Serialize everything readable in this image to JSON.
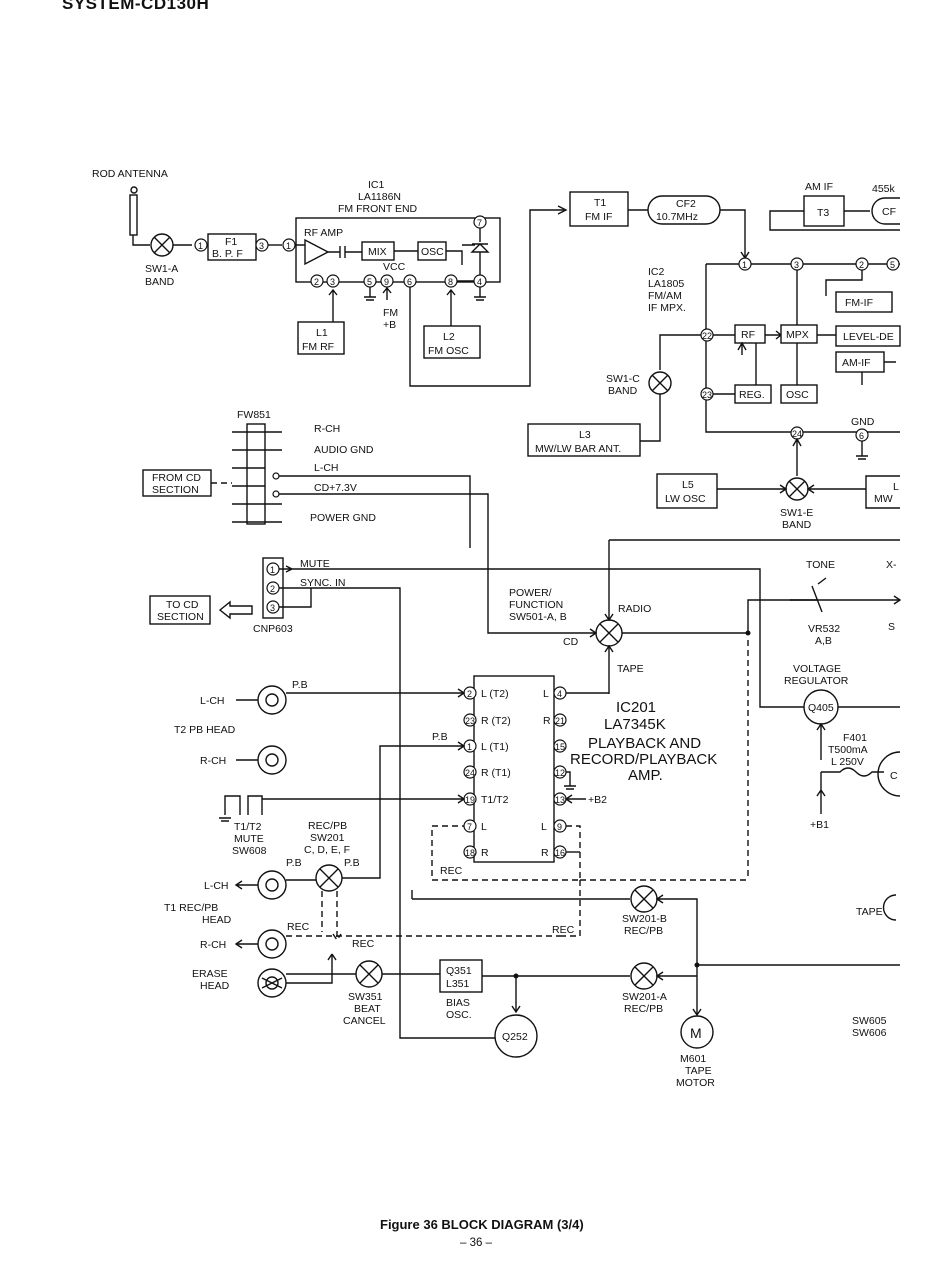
{
  "header": {
    "title": "SYSTEM-CD130H"
  },
  "footer": {
    "caption": "Figure 36 BLOCK DIAGRAM (3/4)",
    "page": "– 36 –"
  },
  "fm_section": {
    "rod_antenna": "ROD ANTENNA",
    "sw1a": [
      "SW1-A",
      "BAND"
    ],
    "bpf": [
      "F1",
      "B. P. F"
    ],
    "ic1": [
      "IC1",
      "LA1186N",
      "FM FRONT END"
    ],
    "rf_amp": "RF AMP",
    "mix": "MIX",
    "osc": "OSC",
    "vcc": "VCC",
    "fm_b": [
      "FM",
      "+B"
    ],
    "l1": [
      "L1",
      "FM RF"
    ],
    "l2": [
      "L2",
      "FM OSC"
    ],
    "t1": [
      "T1",
      "FM IF"
    ],
    "cf2": [
      "CF2",
      "10.7MHz"
    ],
    "am_if": "AM IF",
    "t3": "T3",
    "khz455": "455k",
    "cf": "CF",
    "ic2": [
      "IC2",
      "LA1805",
      "FM/AM",
      "IF MPX."
    ],
    "rf": "RF",
    "mpx": "MPX",
    "fm_if": "FM-IF",
    "level_det": "LEVEL-DE",
    "am_if_block": "AM-IF",
    "reg": "REG.",
    "osc2": "OSC",
    "gnd": "GND",
    "sw1c": [
      "SW1-C",
      "BAND"
    ],
    "l3": [
      "L3",
      "MW/LW BAR ANT."
    ],
    "l5": [
      "L5",
      "LW OSC"
    ],
    "sw1e": [
      "SW1-E",
      "BAND"
    ],
    "mw_l": [
      "L",
      "MW"
    ]
  },
  "cd_section": {
    "fw851": "FW851",
    "rch": "R-CH",
    "audio_gnd": "AUDIO   GND",
    "lch": "L-CH",
    "cd73": "CD+7.3V",
    "power_gnd": "POWER  GND",
    "from_cd": [
      "FROM CD",
      "SECTION"
    ],
    "mute": "MUTE",
    "sync_in": "SYNC. IN",
    "to_cd": [
      "TO CD",
      "SECTION"
    ],
    "cnp603": "CNP603"
  },
  "tape_section": {
    "power_function": [
      "POWER/",
      "FUNCTION",
      "SW501-A, B"
    ],
    "radio": "RADIO",
    "cd": "CD",
    "tape": "TAPE",
    "pb": "P.B",
    "lch": "L-CH",
    "rch": "R-CH",
    "t2_pb_head": "T2 PB HEAD",
    "ic201": [
      "IC201",
      "LA7345K",
      "PLAYBACK AND",
      "RECORD/PLAYBACK",
      "AMP."
    ],
    "pins_left": [
      "L (T2)",
      "R (T2)",
      "L (T1)",
      "R (T1)",
      "T1/T2",
      "L",
      "R"
    ],
    "pins_left_num": [
      "2",
      "23",
      "1",
      "24",
      "19",
      "7",
      "18"
    ],
    "pins_right_lbl": [
      "L",
      "R",
      "L",
      "R"
    ],
    "pins_right_num": [
      "4",
      "21",
      "15",
      "12",
      "13",
      "9",
      "16"
    ],
    "b2": "+B2",
    "rec": "REC",
    "t1t2_mute": [
      "T1/T2",
      "MUTE",
      "SW608"
    ],
    "recpb_sw201": [
      "REC/PB",
      "SW201",
      "C, D, E, F"
    ],
    "t1_recpb_head": [
      "T1  REC/PB",
      "HEAD"
    ],
    "erase_head": [
      "ERASE",
      "HEAD"
    ],
    "sw351": [
      "SW351",
      "BEAT",
      "CANCEL"
    ],
    "q351": [
      "Q351",
      "L351"
    ],
    "bias_osc": [
      "BIAS",
      "OSC."
    ],
    "q252": "Q252",
    "sw201b": [
      "SW201-B",
      "REC/PB"
    ],
    "sw201a": [
      "SW201-A",
      "REC/PB"
    ],
    "m601": [
      "M",
      "M601",
      "TAPE",
      "MOTOR"
    ],
    "tone": "TONE",
    "x": "X-",
    "vr532": [
      "VR532",
      "A,B"
    ],
    "s": "S",
    "voltage_regulator": [
      "VOLTAGE",
      "REGULATOR"
    ],
    "q405": "Q405",
    "f401": [
      "F401",
      "T500mA",
      "L 250V"
    ],
    "b1": "+B1",
    "tape_r": "TAPE",
    "sw605": [
      "SW605",
      "SW606"
    ]
  }
}
